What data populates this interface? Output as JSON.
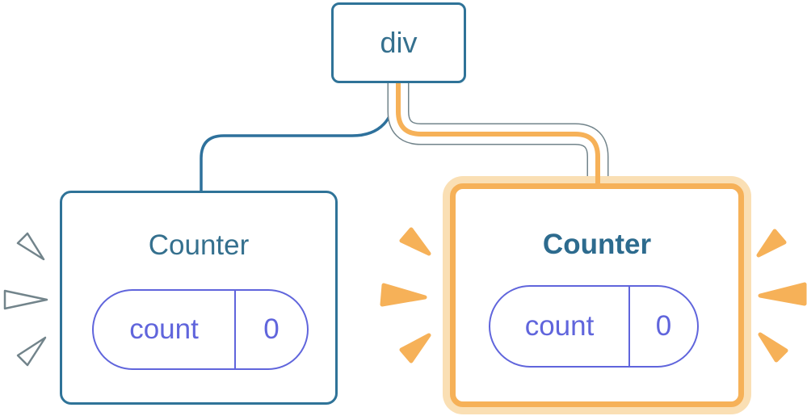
{
  "tree": {
    "root": {
      "label": "div"
    },
    "children": [
      {
        "title": "Counter",
        "state": {
          "name": "count",
          "value": "0"
        },
        "highlighted": false
      },
      {
        "title": "Counter",
        "state": {
          "name": "count",
          "value": "0"
        },
        "highlighted": true
      }
    ]
  },
  "colors": {
    "line_blue": "#2E719C",
    "node_border_blue": "#2F7398",
    "title_blue": "#35708E",
    "title_blue_bold": "#2D6B8E",
    "state_purple": "#6065DC",
    "highlight_orange": "#F6B158",
    "highlight_orange_pale": "#FADFB4",
    "spark_white": "#FFFFFF",
    "edge_fringe": "#72848B"
  }
}
